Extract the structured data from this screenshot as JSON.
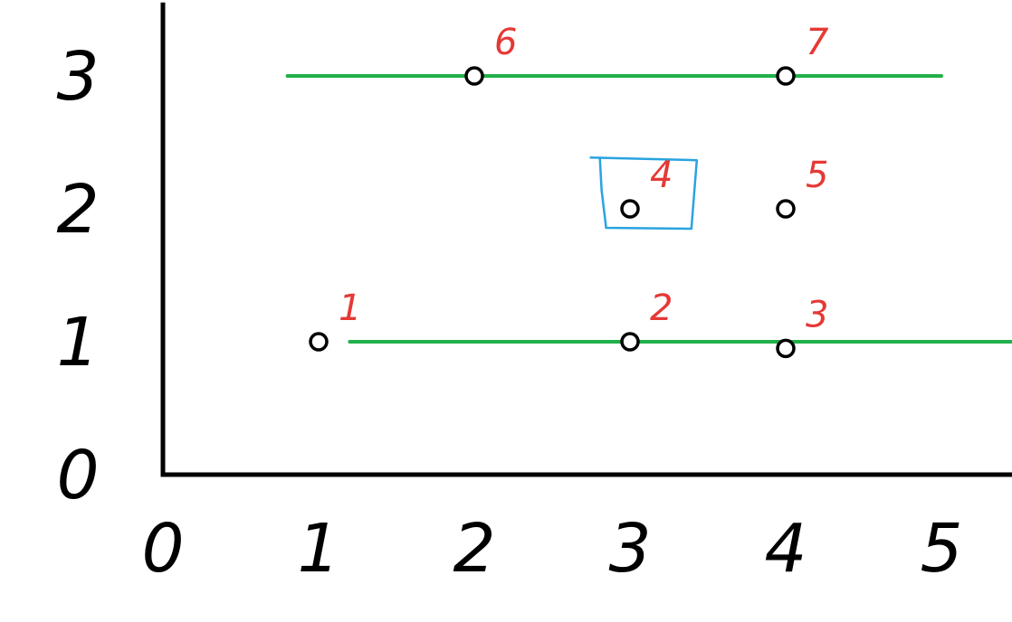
{
  "chart_data": {
    "type": "scatter",
    "x_ticks": [
      "0",
      "1",
      "2",
      "3",
      "4",
      "5"
    ],
    "y_ticks": [
      "0",
      "1",
      "2",
      "3"
    ],
    "xlim": [
      0,
      5.5
    ],
    "ylim": [
      0,
      3.4
    ],
    "points": [
      {
        "label": "1",
        "x": 1,
        "y": 1
      },
      {
        "label": "2",
        "x": 3,
        "y": 1
      },
      {
        "label": "3",
        "x": 4,
        "y": 0.95
      },
      {
        "label": "4",
        "x": 3,
        "y": 2
      },
      {
        "label": "5",
        "x": 4,
        "y": 2
      },
      {
        "label": "6",
        "x": 2,
        "y": 3
      },
      {
        "label": "7",
        "x": 4,
        "y": 3
      }
    ],
    "lines": [
      {
        "y": 3,
        "x_start": 0.8,
        "x_end": 5.0
      },
      {
        "y": 1,
        "x_start": 1.2,
        "x_end": 5.5
      }
    ],
    "highlight_box": {
      "label": "4",
      "x_start": 2.8,
      "x_end": 3.4,
      "y_start": 1.85,
      "y_end": 2.4
    },
    "colors": {
      "axis": "#000000",
      "point": "#000000",
      "point_label": "#e53935",
      "line": "#22b04a",
      "highlight": "#29a3e0"
    }
  }
}
